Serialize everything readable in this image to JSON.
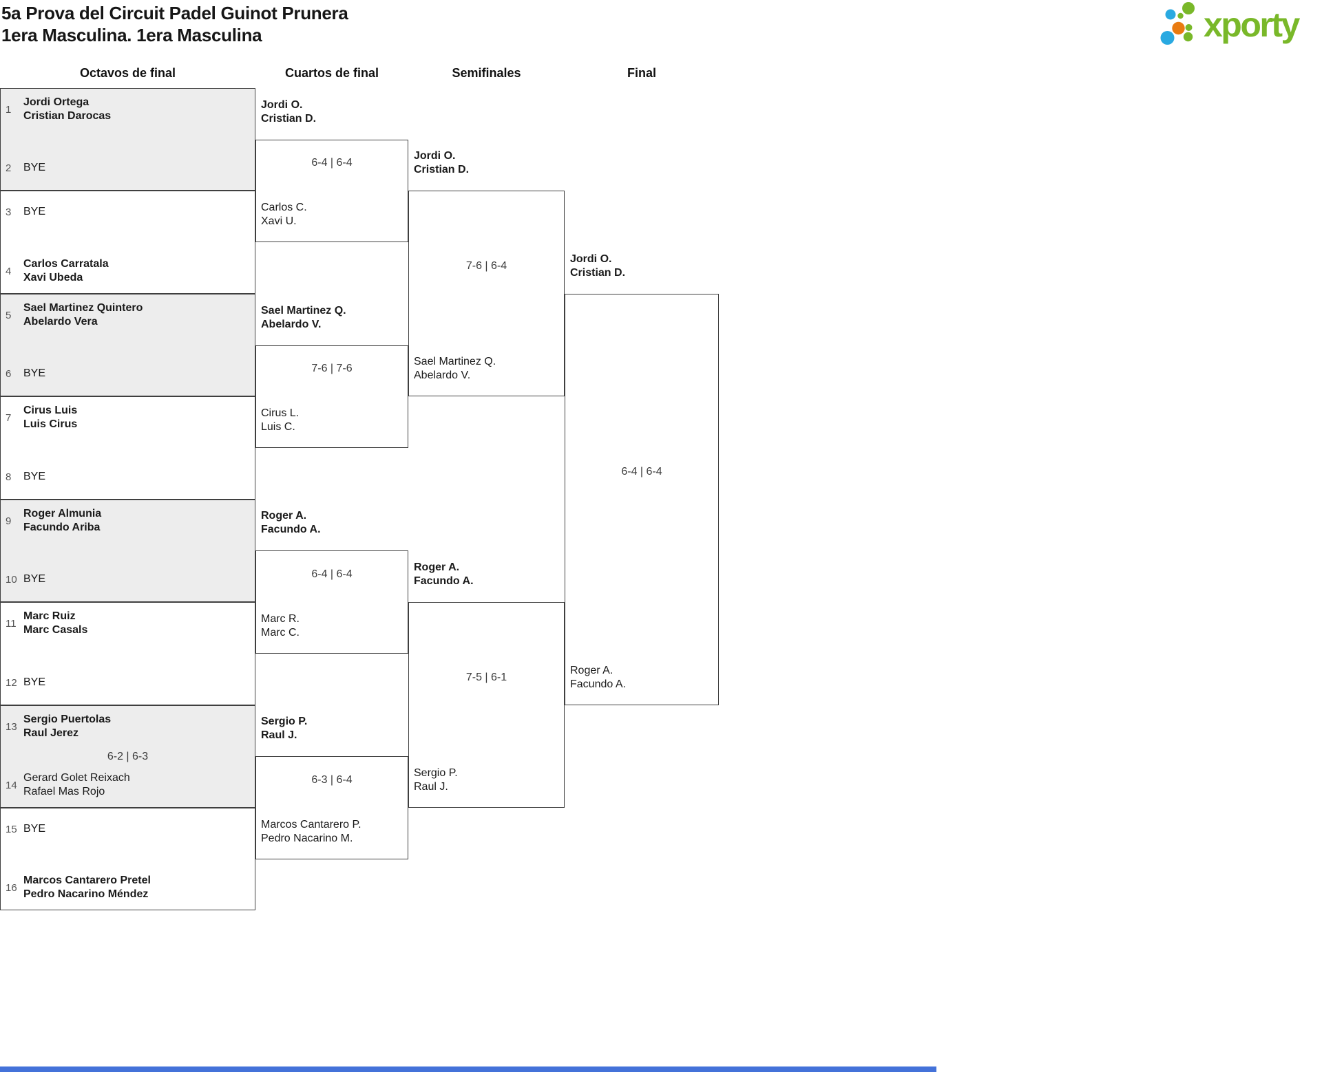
{
  "title": {
    "line1": "5a Prova del Circuit Padel Guinot Prunera",
    "line2": "1era Masculina. 1era Masculina"
  },
  "logo": {
    "text": "xporty",
    "green": "#79b829",
    "blue": "#29a9e1",
    "orange": "#e97b11"
  },
  "colors": {
    "line": "#3f3f3f",
    "shaded_box": "#ededed",
    "scrollbar_blue": "#4472d9"
  },
  "round_headers": {
    "r16": "Octavos de final",
    "qf": "Cuartos de final",
    "sf": "Semifinales",
    "f": "Final"
  },
  "r16_boxes": [
    {
      "p1_seed": "1",
      "p1_line1": "Jordi Ortega",
      "p1_line2": "Cristian Darocas",
      "p1_bold": true,
      "p2_seed": "2",
      "p2_line1": "BYE",
      "p2_line2": "",
      "p2_bold": false,
      "score": ""
    },
    {
      "p1_seed": "3",
      "p1_line1": "BYE",
      "p1_line2": "",
      "p1_bold": false,
      "p2_seed": "4",
      "p2_line1": "Carlos Carratala",
      "p2_line2": "Xavi Ubeda",
      "p2_bold": true,
      "score": ""
    },
    {
      "p1_seed": "5",
      "p1_line1": "Sael Martinez Quintero",
      "p1_line2": "Abelardo Vera",
      "p1_bold": true,
      "p2_seed": "6",
      "p2_line1": "BYE",
      "p2_line2": "",
      "p2_bold": false,
      "score": ""
    },
    {
      "p1_seed": "7",
      "p1_line1": "Cirus Luis",
      "p1_line2": "Luis Cirus",
      "p1_bold": true,
      "p2_seed": "8",
      "p2_line1": "BYE",
      "p2_line2": "",
      "p2_bold": false,
      "score": ""
    },
    {
      "p1_seed": "9",
      "p1_line1": "Roger Almunia",
      "p1_line2": "Facundo Ariba",
      "p1_bold": true,
      "p2_seed": "10",
      "p2_line1": "BYE",
      "p2_line2": "",
      "p2_bold": false,
      "score": ""
    },
    {
      "p1_seed": "11",
      "p1_line1": "Marc Ruiz",
      "p1_line2": "Marc Casals",
      "p1_bold": true,
      "p2_seed": "12",
      "p2_line1": "BYE",
      "p2_line2": "",
      "p2_bold": false,
      "score": ""
    },
    {
      "p1_seed": "13",
      "p1_line1": "Sergio Puertolas",
      "p1_line2": "Raul Jerez",
      "p1_bold": true,
      "p2_seed": "14",
      "p2_line1": "Gerard Golet Reixach",
      "p2_line2": "Rafael Mas Rojo",
      "p2_bold": false,
      "score": "6-2 | 6-3"
    },
    {
      "p1_seed": "15",
      "p1_line1": "BYE",
      "p1_line2": "",
      "p1_bold": false,
      "p2_seed": "16",
      "p2_line1": "Marcos Cantarero Pretel",
      "p2_line2": "Pedro Nacarino Méndez",
      "p2_bold": true,
      "score": ""
    }
  ],
  "qf": [
    {
      "p1_line1": "Jordi O.",
      "p1_line2": "Cristian D.",
      "p1_bold": true,
      "p2_line1": "Carlos C.",
      "p2_line2": "Xavi U.",
      "p2_bold": false,
      "score": "6-4 | 6-4"
    },
    {
      "p1_line1": "Sael Martinez Q.",
      "p1_line2": "Abelardo V.",
      "p1_bold": true,
      "p2_line1": "Cirus L.",
      "p2_line2": "Luis C.",
      "p2_bold": false,
      "score": "7-6 | 7-6"
    },
    {
      "p1_line1": "Roger A.",
      "p1_line2": "Facundo A.",
      "p1_bold": true,
      "p2_line1": "Marc R.",
      "p2_line2": "Marc C.",
      "p2_bold": false,
      "score": "6-4 | 6-4"
    },
    {
      "p1_line1": "Sergio P.",
      "p1_line2": "Raul J.",
      "p1_bold": true,
      "p2_line1": "Marcos Cantarero P.",
      "p2_line2": "Pedro Nacarino M.",
      "p2_bold": false,
      "score": "6-3 | 6-4"
    }
  ],
  "sf": [
    {
      "p1_line1": "Jordi O.",
      "p1_line2": "Cristian D.",
      "p1_bold": true,
      "p2_line1": "Sael Martinez Q.",
      "p2_line2": "Abelardo V.",
      "p2_bold": false,
      "score": "7-6 | 6-4"
    },
    {
      "p1_line1": "Roger A.",
      "p1_line2": "Facundo A.",
      "p1_bold": true,
      "p2_line1": "Sergio P.",
      "p2_line2": "Raul J.",
      "p2_bold": false,
      "score": "7-5 | 6-1"
    }
  ],
  "final": {
    "p1_line1": "Jordi O.",
    "p1_line2": "Cristian D.",
    "p1_bold": true,
    "p2_line1": "Roger A.",
    "p2_line2": "Facundo A.",
    "p2_bold": false,
    "score": "6-4 | 6-4"
  }
}
